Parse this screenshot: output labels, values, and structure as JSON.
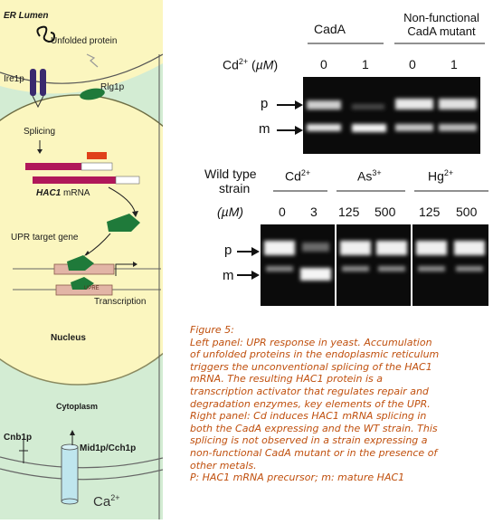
{
  "left_panel": {
    "er_lumen": "ER Lumen",
    "unfolded_protein": "Unfolded protein",
    "ire1p": "Ire1p",
    "rlg1p": "Rlg1p",
    "splicing": "Splicing",
    "hac1_italic": "HAC1",
    "mrna": " mRNA",
    "upr_target_gene": "UPR target gene",
    "upre": "UPRE",
    "transcription": "Transcription",
    "nucleus": "Nucleus",
    "cytoplasm": "Cytoplasm",
    "cnb1p": "Cnb1p",
    "mid1p": "Mid1p/Cch1p",
    "ca_base": "Ca",
    "ca_sup": "2+"
  },
  "top_gel": {
    "col_cada": "CadA",
    "col_nonfunc_1": "Non-functional",
    "col_nonfunc_2": "CadA mutant",
    "conc_label": "Cd2+ (µM)",
    "cd_base": "Cd",
    "cd_sup": "2+",
    "um": " (",
    "mu": "µM",
    "close": ")",
    "lanes": [
      "0",
      "1",
      "0",
      "1"
    ],
    "p": "p",
    "m": "m"
  },
  "bottom_gel": {
    "wild_type_1": "Wild type",
    "wild_type_2": "strain",
    "um": "(µM)",
    "cd_base": "Cd",
    "cd_sup": "2+",
    "as_base": "As",
    "as_sup": "3+",
    "hg_base": "Hg",
    "hg_sup": "2+",
    "lanes": [
      "0",
      "3",
      "125",
      "500",
      "125",
      "500"
    ],
    "p": "p",
    "m": "m"
  },
  "caption": {
    "lines": [
      "Figure 5:",
      "Left panel: UPR response in yeast. Accumulation",
      "of unfolded proteins in the endoplasmic reticulum",
      "triggers the unconventional splicing of the HAC1",
      "mRNA. The resulting HAC1 protein is a",
      "transcription activator that regulates repair and",
      "degradation enzymes, key elements of the UPR.",
      "Right panel: Cd induces HAC1 mRNA splicing in",
      "both the CadA expressing and the WT strain. This",
      "splicing is not observed in a strain expressing a",
      "non-functional CadA mutant or in the presence of",
      "other metals.",
      "P: HAC1 mRNA precursor; m: mature HAC1"
    ]
  },
  "colors": {
    "er_fill": "#fbf6bf",
    "cytoplasm_fill": "#d3ecd3",
    "caption_text": "#c0500e",
    "exon_magenta": "#b0185a",
    "intron_red": "#e0401a",
    "green_protein": "#1f7a3a",
    "ire1_purple": "#3a2a6e"
  }
}
